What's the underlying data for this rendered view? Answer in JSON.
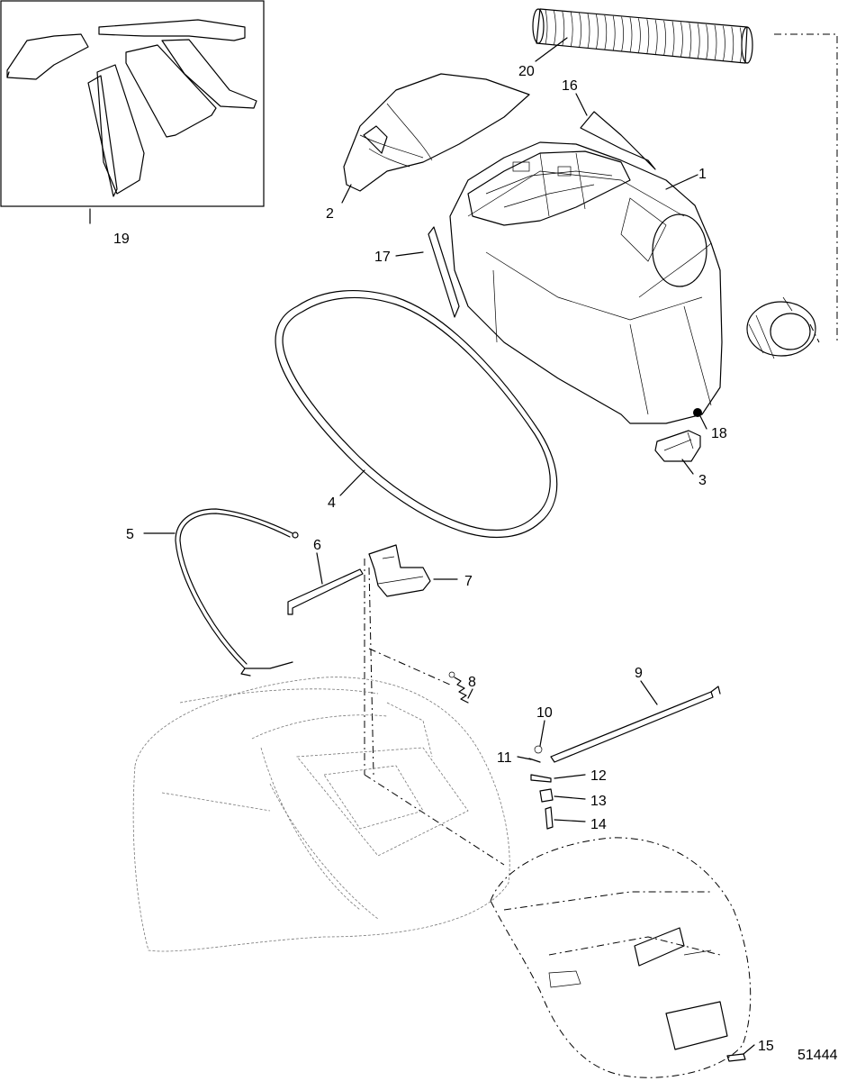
{
  "figure_id": "51444",
  "callouts": [
    {
      "id": "c1",
      "label": "1"
    },
    {
      "id": "c2",
      "label": "2"
    },
    {
      "id": "c3",
      "label": "3"
    },
    {
      "id": "c4",
      "label": "4"
    },
    {
      "id": "c5",
      "label": "5"
    },
    {
      "id": "c6",
      "label": "6"
    },
    {
      "id": "c7",
      "label": "7"
    },
    {
      "id": "c8",
      "label": "8"
    },
    {
      "id": "c9",
      "label": "9"
    },
    {
      "id": "c10",
      "label": "10"
    },
    {
      "id": "c11",
      "label": "11"
    },
    {
      "id": "c12",
      "label": "12"
    },
    {
      "id": "c13",
      "label": "13"
    },
    {
      "id": "c14",
      "label": "14"
    },
    {
      "id": "c15",
      "label": "15"
    },
    {
      "id": "c16",
      "label": "16"
    },
    {
      "id": "c17",
      "label": "17"
    },
    {
      "id": "c18",
      "label": "18"
    },
    {
      "id": "c19",
      "label": "19"
    },
    {
      "id": "c20",
      "label": "20"
    }
  ]
}
